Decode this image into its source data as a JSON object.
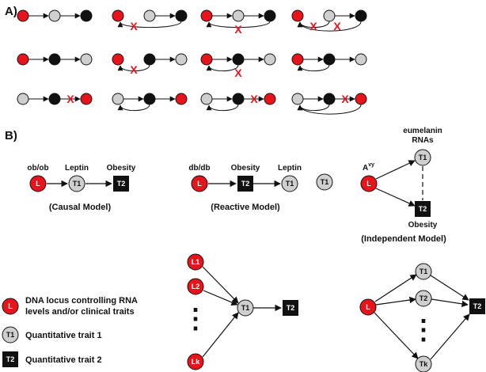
{
  "panels": {
    "a_label": "A)",
    "b_label": "B)"
  },
  "node_text": {
    "L": "L",
    "T1": "T1",
    "T2": "T2",
    "L1": "L1",
    "L2": "L2",
    "Lk": "Lk",
    "Tk": "Tk"
  },
  "causal": {
    "locus": "ob/ob",
    "t1": "Leptin",
    "t2": "Obesity",
    "caption": "(Causal Model)"
  },
  "reactive": {
    "locus": "db/db",
    "t2": "Obesity",
    "t1": "Leptin",
    "caption": "(Reactive Model)"
  },
  "independent": {
    "locus": "A",
    "locus_sup": "vy",
    "t1_line1": "eumelanin",
    "t1_line2": "RNAs",
    "t2": "Obesity",
    "caption": "(Independent Model)"
  },
  "legend": {
    "l_line1": "DNA locus controlling RNA",
    "l_line2": "levels and/or clinical traits",
    "t1": "Quantitative trait 1",
    "t2": "Quantitative trait 2"
  },
  "ellipsis": "⋮",
  "break_mark": "X",
  "colors": {
    "locus": "#e8141c",
    "trait1": "#cfcfcf",
    "trait2": "#111111",
    "break": "#e8141c"
  }
}
